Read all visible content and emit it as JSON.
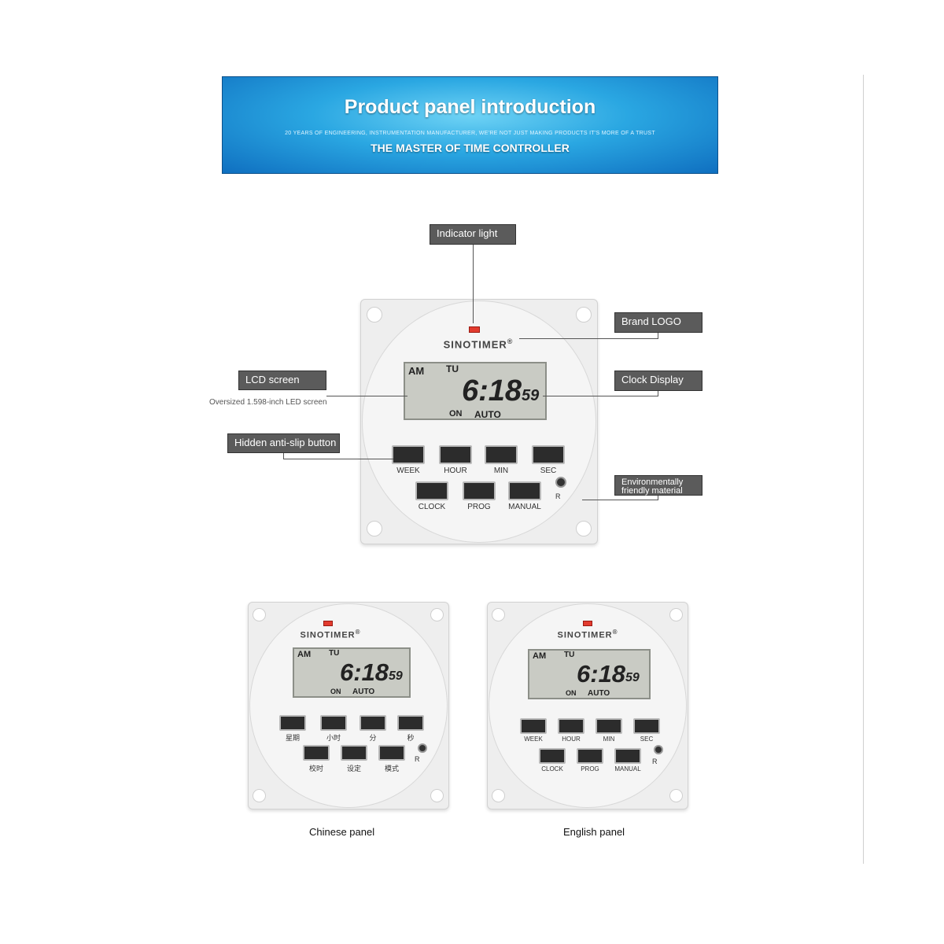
{
  "banner": {
    "title": "Product panel introduction",
    "small_text": "20 YEARS OF ENGINEERING, INSTRUMENTATION MANUFACTURER, WE'RE NOT JUST MAKING PRODUCTS IT'S MORE OF A TRUST",
    "subtitle": "THE MASTER OF TIME CONTROLLER"
  },
  "callouts": {
    "indicator": "Indicator light",
    "brand": "Brand LOGO",
    "lcd": "LCD screen",
    "lcd_note": "Oversized 1.598-inch LED screen",
    "clock": "Clock Display",
    "buttons": "Hidden anti-slip button",
    "material_line1": "Environmentally",
    "material_line2": "friendly material"
  },
  "device": {
    "brand": "SINOTIMER",
    "registered": "®",
    "lcd_ampm": "AM",
    "lcd_day": "TU",
    "lcd_time": "6:18",
    "lcd_seconds": "59",
    "lcd_on": "ON",
    "lcd_auto": "AUTO",
    "reset_label": "R",
    "buttons_en_top": [
      "WEEK",
      "HOUR",
      "MIN",
      "SEC"
    ],
    "buttons_en_bottom": [
      "CLOCK",
      "PROG",
      "MANUAL"
    ],
    "buttons_cn_top": [
      "星期",
      "小时",
      "分",
      "秒"
    ],
    "buttons_cn_bottom": [
      "校时",
      "设定",
      "模式"
    ]
  },
  "captions": {
    "chinese": "Chinese panel",
    "english": "English panel"
  }
}
